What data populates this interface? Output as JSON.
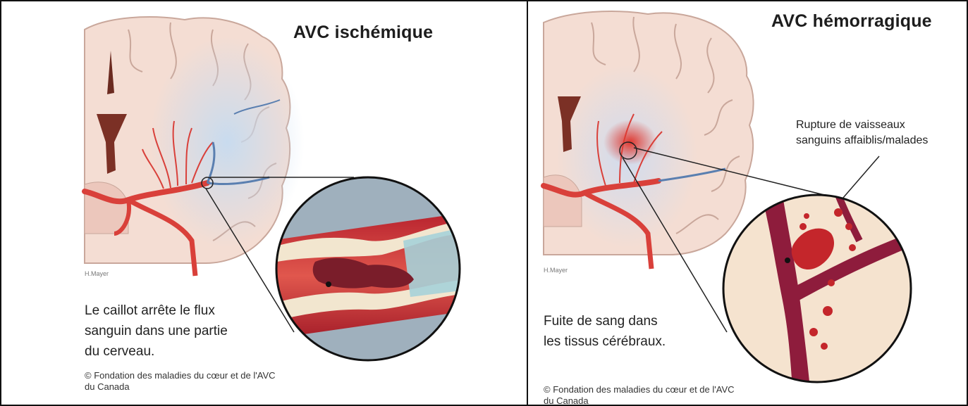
{
  "panels": {
    "left": {
      "title": "AVC ischémique",
      "caption_lines": [
        "Le caillot arrête le flux",
        "sanguin dans une partie",
        "du cerveau."
      ],
      "artist": "H.Mayer",
      "credit_lines": [
        "© Fondation des maladies du cœur et de l'AVC",
        "du Canada"
      ]
    },
    "right": {
      "title": "AVC hémorragique",
      "callout_lines": [
        "Rupture de vaisseaux",
        "sanguins affaiblis/malades"
      ],
      "caption_lines": [
        "Fuite de sang dans",
        "les tissus cérébraux."
      ],
      "artist": "H.Mayer",
      "credit_lines": [
        "© Fondation des maladies du cœur et de l'AVC",
        "du Canada"
      ]
    }
  },
  "colors": {
    "brain": "#f4ddd3",
    "brain_outline": "#c9a79b",
    "artery": "#d9403a",
    "vein": "#5a7fb0",
    "ischemia_glow": "#b9d2ea",
    "clot": "#7a1d2a",
    "plaque": "#f2e6cf",
    "hemorrhage": "#c4262b",
    "vessel_dark": "#8e1c3c"
  }
}
